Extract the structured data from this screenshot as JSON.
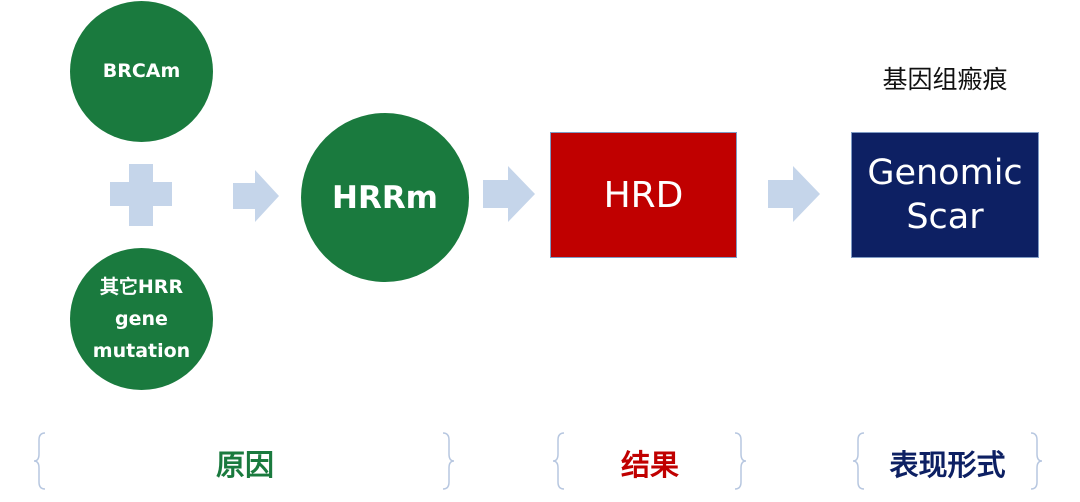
{
  "nodes": {
    "brca": "BRCAm",
    "other_hrr": [
      "其它HRR",
      "gene",
      "mutation"
    ],
    "hrrm": "HRRm",
    "hrd": "HRD",
    "genomic_scar": [
      "Genomic",
      "Scar"
    ],
    "genomic_scar_label": "基因组瘢痕"
  },
  "categories": {
    "cause": "原因",
    "result": "结果",
    "form": "表现形式"
  },
  "colors": {
    "green": "#1a7a3e",
    "red": "#c00000",
    "navy": "#0d2063",
    "arrow": "#c5d5ea",
    "brace": "#b7c7e0"
  },
  "icons": [
    "plus-icon",
    "right-arrow-icon",
    "curly-brace-icon"
  ]
}
